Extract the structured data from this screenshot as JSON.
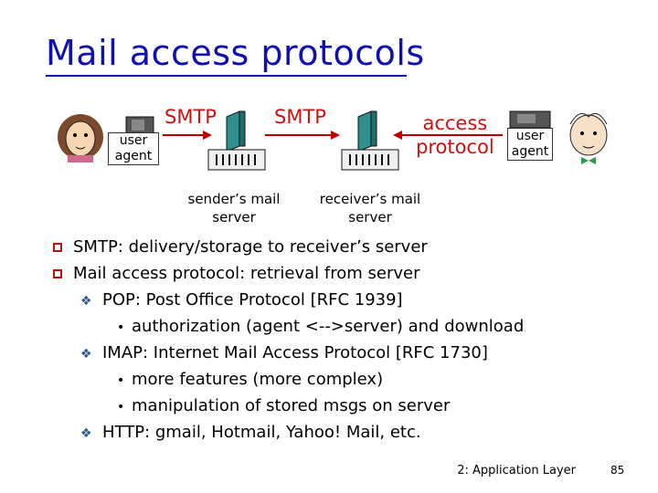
{
  "title": "Mail access protocols",
  "diagram": {
    "user_agent_left": [
      "user",
      "agent"
    ],
    "smtp_1": "SMTP",
    "smtp_2": "SMTP",
    "access_protocol": [
      "access",
      "protocol"
    ],
    "user_agent_right": [
      "user",
      "agent"
    ],
    "sender_server": [
      "sender’s mail",
      "server"
    ],
    "receiver_server": [
      "receiver’s mail",
      "server"
    ]
  },
  "bullets": [
    {
      "level": 1,
      "text": "SMTP: delivery/storage to receiver’s server"
    },
    {
      "level": 1,
      "text": "Mail access protocol: retrieval from server"
    },
    {
      "level": 2,
      "text": "POP: Post Office Protocol [RFC 1939]"
    },
    {
      "level": 3,
      "text": "authorization (agent <-->server) and download"
    },
    {
      "level": 2,
      "text": "IMAP: Internet Mail Access Protocol [RFC 1730]"
    },
    {
      "level": 3,
      "text": "more features (more complex)"
    },
    {
      "level": 3,
      "text": "manipulation of stored msgs on server"
    },
    {
      "level": 2,
      "text": "HTTP: gmail, Hotmail, Yahoo! Mail, etc."
    }
  ],
  "footer": "2: Application Layer",
  "page_number": "85",
  "colors": {
    "title": "#1010b0",
    "protocol_labels": "#d01010",
    "bullet_square": "#c01010"
  }
}
